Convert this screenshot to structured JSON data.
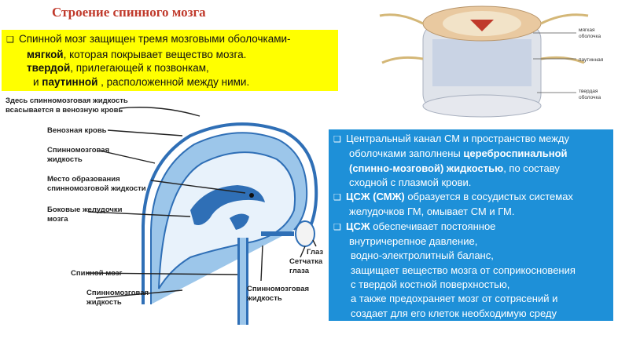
{
  "title": "Строение спинного мозга",
  "yellow_box": {
    "line1": "Спинной мозг защищен тремя мозговыми оболочками-",
    "line2_bold": "мягкой",
    "line2_rest": ", которая покрывает вещество мозга.",
    "line3_bold": "твердой",
    "line3_rest": ", прилегающей к позвонкам,",
    "line4_pre": "и ",
    "line4_bold": "паутинной",
    "line4_rest": " , расположенной между ними."
  },
  "blue_box": {
    "p1_line1": "Центральный канал СМ и пространство между",
    "p1_line2_pre": "оболочками заполнены ",
    "p1_line2_bold": "цереброспинальной",
    "p1_line3_bold": "(спинно-мозговой) жидкостью",
    "p1_line3_rest": ", по составу",
    "p1_line4": "сходной с плазмой крови.",
    "p2_line1_bold": "ЦСЖ (СМЖ)",
    "p2_line1_rest": " образуется в сосудистых системах",
    "p2_line2": "желудочков ГМ, омывает СМ и ГМ.",
    "p3_line1_bold": "ЦСЖ",
    "p3_line1_rest": " обеспечивает постоянное",
    "p3_line2": "внутричерепное давление,",
    "p3_line3": "водно-электролитный баланс,",
    "p3_line4": "защищает вещество мозга от соприкосновения",
    "p3_line5": "с твердой костной поверхностью,",
    "p3_line6": "а также предохраняет мозг от сотрясений и",
    "p3_line7": "создает для его клеток необходимую среду"
  },
  "brain_labels": {
    "l1a": "Здесь спинномозговая жидкость",
    "l1b": "всасывается в венозную кровь",
    "l2": "Венозная кровь",
    "l3a": "Спинномозговая",
    "l3b": "жидкость",
    "l4a": "Место образования",
    "l4b": "спинномозговой жидкости",
    "l5a": "Боковые желудочки",
    "l5b": "мозга",
    "l6": "Спинной мозг",
    "l7a": "Спинномозговая",
    "l7b": "жидкость",
    "l8a": "Спинномозговая",
    "l8b": "жидкость",
    "l9a": "Сетчатка",
    "l9b": "глаза",
    "l10": "Глаз"
  },
  "cord_labels": {
    "soft_a": "мягкая",
    "soft_b": "оболочка",
    "arach": "паутинная",
    "dura_a": "твердая",
    "dura_b": "оболочка"
  },
  "colors": {
    "title": "#c0392b",
    "yellow": "#ffff00",
    "blue_box": "#1e90d8",
    "csf_blue": "#2f6fb6"
  }
}
